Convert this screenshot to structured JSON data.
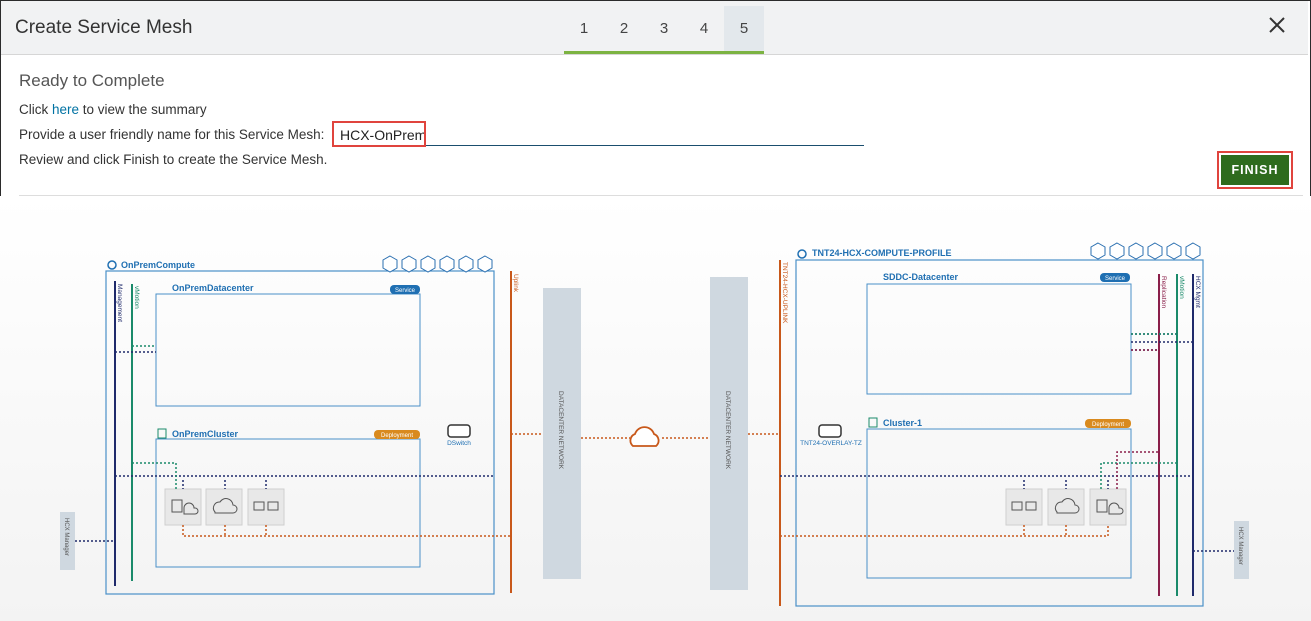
{
  "dialog": {
    "title": "Create Service Mesh",
    "steps": [
      "1",
      "2",
      "3",
      "4",
      "5"
    ],
    "active_step": "5",
    "close_icon": "close-icon"
  },
  "content": {
    "section_title": "Ready to Complete",
    "summary_prefix": "Click ",
    "summary_link": "here",
    "summary_suffix": " to view the summary",
    "name_label": "Provide a user friendly name for this Service Mesh:",
    "name_value": "HCX-OnPrem",
    "review_text": "Review and click Finish to create the Service Mesh.",
    "finish_label": "FINISH"
  },
  "diagram": {
    "left_site": {
      "compute_profile": "OnPremCompute",
      "datacenter": "OnPremDatacenter",
      "datacenter_badge": "Service",
      "cluster": "OnPremCluster",
      "cluster_badge": "Deployment",
      "switch_label": "DSwitch",
      "manager_label": "HCX Manager",
      "network_mgmt": "Management",
      "network_vmotion": "vMotion",
      "uplink_label": "Uplink"
    },
    "right_site": {
      "compute_profile": "TNT24-HCX-COMPUTE-PROFILE",
      "datacenter": "SDDC-Datacenter",
      "datacenter_badge": "Service",
      "cluster": "Cluster-1",
      "cluster_badge": "Deployment",
      "switch_label": "TNT24-OVERLAY-TZ",
      "manager_label": "HCX Manager",
      "network_replication": "Replication",
      "network_vmotion": "vMotion",
      "network_mgmt": "HCX Mgmt",
      "uplink_label": "TNT24-HCX-UPLINK"
    },
    "network_left": "DATACENTER NETWORK",
    "network_right": "DATACENTER NETWORK",
    "colors": {
      "mgmt": "#1f2a6b",
      "vmotion": "#1a8a6a",
      "uplink": "#c8581a",
      "replication": "#8a1f4a",
      "site_border": "#4a90c8",
      "badge": "#1f6fb2",
      "deploy_badge": "#d98a1e"
    }
  }
}
